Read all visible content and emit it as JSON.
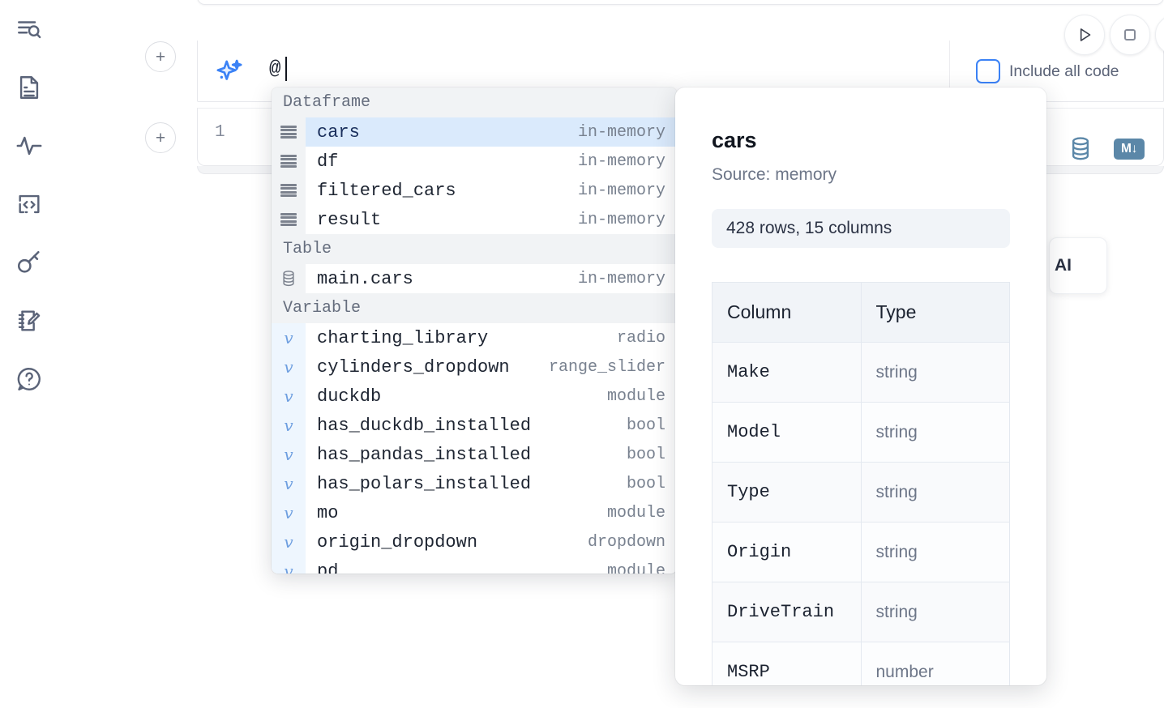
{
  "sidebar": {
    "items": [
      {
        "name": "explore-search-icon",
        "label": "Explore"
      },
      {
        "name": "file-document-icon",
        "label": "Files"
      },
      {
        "name": "activity-pulse-icon",
        "label": "Activity"
      },
      {
        "name": "code-brackets-icon",
        "label": "Snippets"
      },
      {
        "name": "key-icon",
        "label": "Secrets"
      },
      {
        "name": "notebook-edit-icon",
        "label": "Scratchpad"
      },
      {
        "name": "help-chat-icon",
        "label": "Help"
      }
    ]
  },
  "toolbar": {
    "run_label": "Run",
    "stop_label": "Stop",
    "include_all_code_label": "Include all code",
    "include_all_code_checked": false
  },
  "ai_prompt": {
    "icon": "sparkle-icon",
    "value": "@",
    "placeholder": ""
  },
  "code_cell": {
    "line_number": "1",
    "icons": [
      {
        "name": "database-icon",
        "label": "SQL"
      },
      {
        "name": "markdown-icon",
        "label": "M"
      }
    ],
    "markdown_badge": "M"
  },
  "floating_button": {
    "label": "AI"
  },
  "autocomplete": {
    "groups": [
      {
        "label": "Dataframe",
        "icon": "dataframe-icon",
        "items": [
          {
            "name": "cars",
            "meta": "in-memory",
            "selected": true
          },
          {
            "name": "df",
            "meta": "in-memory",
            "selected": false
          },
          {
            "name": "filtered_cars",
            "meta": "in-memory",
            "selected": false
          },
          {
            "name": "result",
            "meta": "in-memory",
            "selected": false
          }
        ]
      },
      {
        "label": "Table",
        "icon": "table-icon",
        "items": [
          {
            "name": "main.cars",
            "meta": "in-memory",
            "selected": false
          }
        ]
      },
      {
        "label": "Variable",
        "icon": "variable-icon",
        "items": [
          {
            "name": "charting_library",
            "meta": "radio",
            "selected": false
          },
          {
            "name": "cylinders_dropdown",
            "meta": "range_slider",
            "selected": false
          },
          {
            "name": "duckdb",
            "meta": "module",
            "selected": false
          },
          {
            "name": "has_duckdb_installed",
            "meta": "bool",
            "selected": false
          },
          {
            "name": "has_pandas_installed",
            "meta": "bool",
            "selected": false
          },
          {
            "name": "has_polars_installed",
            "meta": "bool",
            "selected": false
          },
          {
            "name": "mo",
            "meta": "module",
            "selected": false
          },
          {
            "name": "origin_dropdown",
            "meta": "dropdown",
            "selected": false
          },
          {
            "name": "pd",
            "meta": "module",
            "selected": false
          }
        ]
      }
    ]
  },
  "info_panel": {
    "title": "cars",
    "source": "Source: memory",
    "shape": "428 rows, 15 columns",
    "columns_header": "Column",
    "type_header": "Type",
    "rows": [
      {
        "column": "Make",
        "type": "string"
      },
      {
        "column": "Model",
        "type": "string"
      },
      {
        "column": "Type",
        "type": "string"
      },
      {
        "column": "Origin",
        "type": "string"
      },
      {
        "column": "DriveTrain",
        "type": "string"
      },
      {
        "column": "MSRP",
        "type": "number"
      }
    ]
  },
  "colors": {
    "accent_blue": "#3b82f6",
    "selection_blue": "#daeafc",
    "icon_slate": "#5a6378",
    "cell_icon_blue": "#5b87a8"
  }
}
